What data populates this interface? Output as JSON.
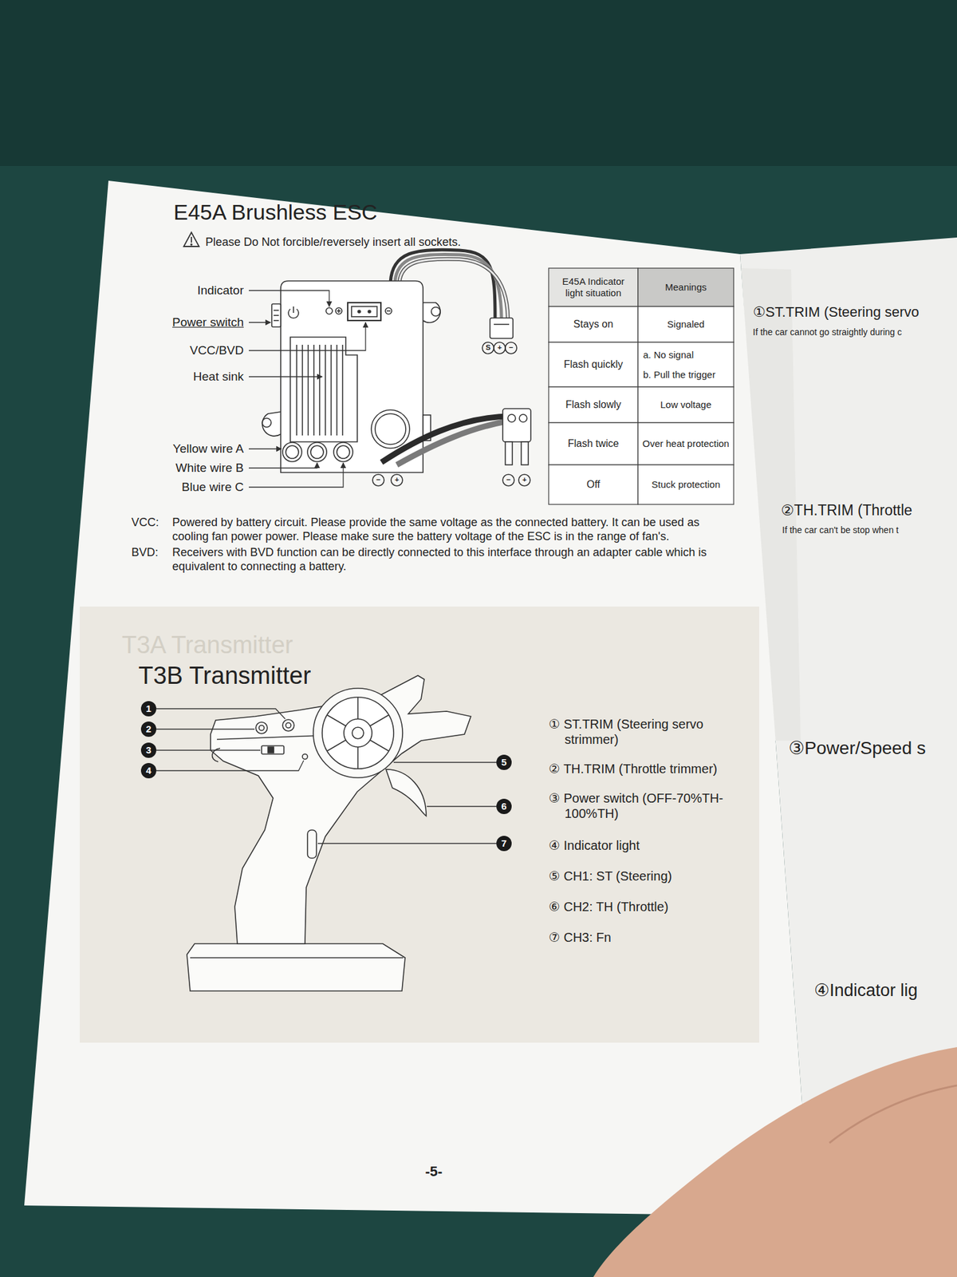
{
  "diagram": {
    "title": "E45A Brushless ESC",
    "nodes": [
      {
        "text": [
          "T3B Transmitter"
        ]
      }
    ],
    "labels": [
      "Please Do Not forcible/reversely insert all sockets.",
      "Indicator",
      "Power switch",
      "VCC/BVD",
      "Heat sink",
      "Yellow wire A",
      "White wire B",
      "Blue wire C",
      "S",
      "+",
      "−",
      "−",
      "+",
      "−",
      "+",
      "E45A Indicator light situation",
      "Meanings",
      "Stays on",
      "Signaled",
      "Flash quickly",
      "a. No signal",
      "b. Pull the trigger",
      "Flash slowly",
      "Low voltage",
      "Flash twice",
      "Over heat protection",
      "Off",
      "Stuck protection",
      "VCC:",
      "Powered by battery circuit. Please provide the same voltage as the connected battery. It can be used as cooling fan power power. Please make sure the battery voltage of the ESC is in the range of fan's.",
      "BVD:",
      "Receivers with BVD function can be directly connected to this interface through an adapter cable which is equivalent to connecting a battery.",
      "T3A Transmitter",
      "1",
      "2",
      "3",
      "4",
      "5",
      "6",
      "7",
      "① ST.TRIM (Steering servo strimmer)",
      "② TH.TRIM (Throttle trimmer)",
      "③ Power switch (OFF-70%TH-100%TH)",
      "④ Indicator light",
      "⑤ CH1: ST (Steering)",
      "⑥ CH2: TH (Throttle)",
      "⑦ CH3: Fn",
      "-5-",
      "①ST.TRIM (Steering servo",
      "If the car cannot go straightly during c",
      "②TH.TRIM (Throttle",
      "If the car can't be stop when t",
      "③Power/Speed s",
      "④Indicator lig"
    ]
  }
}
